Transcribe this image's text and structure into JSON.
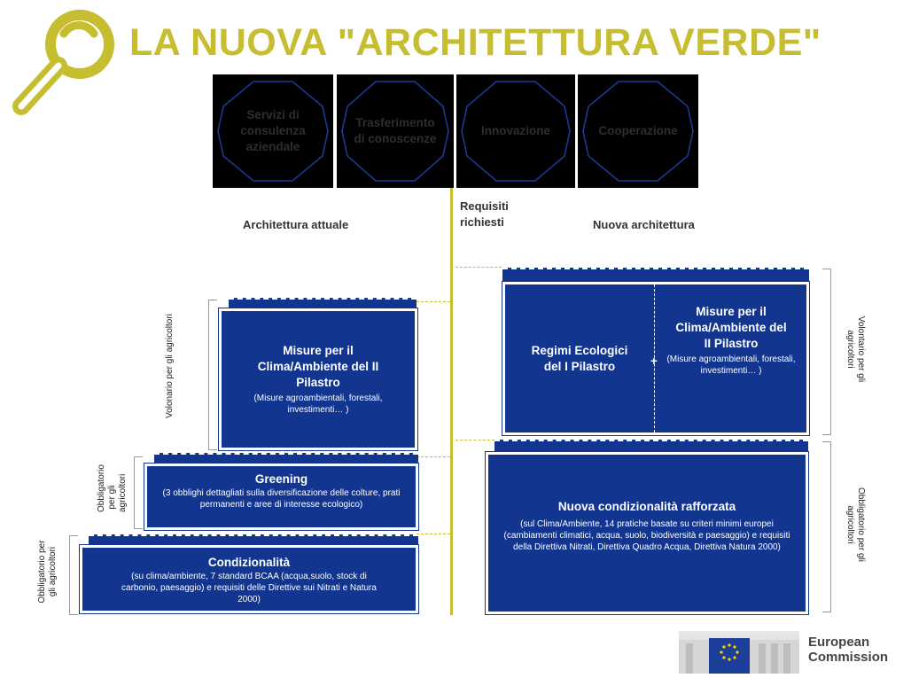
{
  "title": "LA NUOVA \"ARCHITETTURA VERDE\"",
  "services": [
    "Servizi di consulenza aziendale",
    "Trasferimento di conoscenze",
    "Innovazione",
    "Cooperazione"
  ],
  "headers": {
    "current": "Architettura attuale",
    "required": "Requisiti richiesti",
    "new": "Nuova architettura"
  },
  "left": {
    "pillar2": {
      "title": "Misure per il Clima/Ambiente del II Pilastro",
      "subtitle": "(Misure agroambientali, forestali, investimenti… )"
    },
    "greening": {
      "title": "Greening",
      "subtitle": "(3 obblighi dettagliati sulla diversificazione delle colture, prati permanenti e aree di interesse ecologico)"
    },
    "conditionality": {
      "title": "Condizionalità",
      "subtitle": "(su clima/ambiente, 7 standard BCAA (acqua,suolo, stock di carbonio, paesaggio) e requisiti delle Direttive sui Nitrati e Natura 2000)"
    },
    "labels": {
      "voluntary": "Volonario per gli agricoltori",
      "mandatory_greening": "Obbligatorio per gli agricoltori",
      "mandatory_cond": "Obbligatorio per gli agricoltori"
    }
  },
  "right": {
    "eco": {
      "title": "Regimi Ecologici del I Pilastro"
    },
    "plus": "+",
    "pillar2": {
      "title": "Misure per il Clima/Ambiente del II Pilastro",
      "subtitle": "(Misure agroambientali, forestali, investimenti… )"
    },
    "conditionality": {
      "title": "Nuova condizionalità rafforzata",
      "subtitle": "(sul Clima/Ambiente, 14 pratiche basate su criteri minimi europei (cambiamenti climatici, acqua, suolo, biodiversità e paesaggio) e requisiti della Direttiva Nitrati, Direttiva Quadro Acqua, Direttiva Natura 2000)"
    },
    "labels": {
      "voluntary": "Volontario per gli agricoltori",
      "mandatory": "Obbligatorio per gli agricoltori"
    }
  },
  "logo": {
    "line1": "European",
    "line2": "Commission"
  },
  "colors": {
    "box_blue": "#123590",
    "accent_olive": "#c6bd30",
    "octagon_fill": "#000000"
  }
}
